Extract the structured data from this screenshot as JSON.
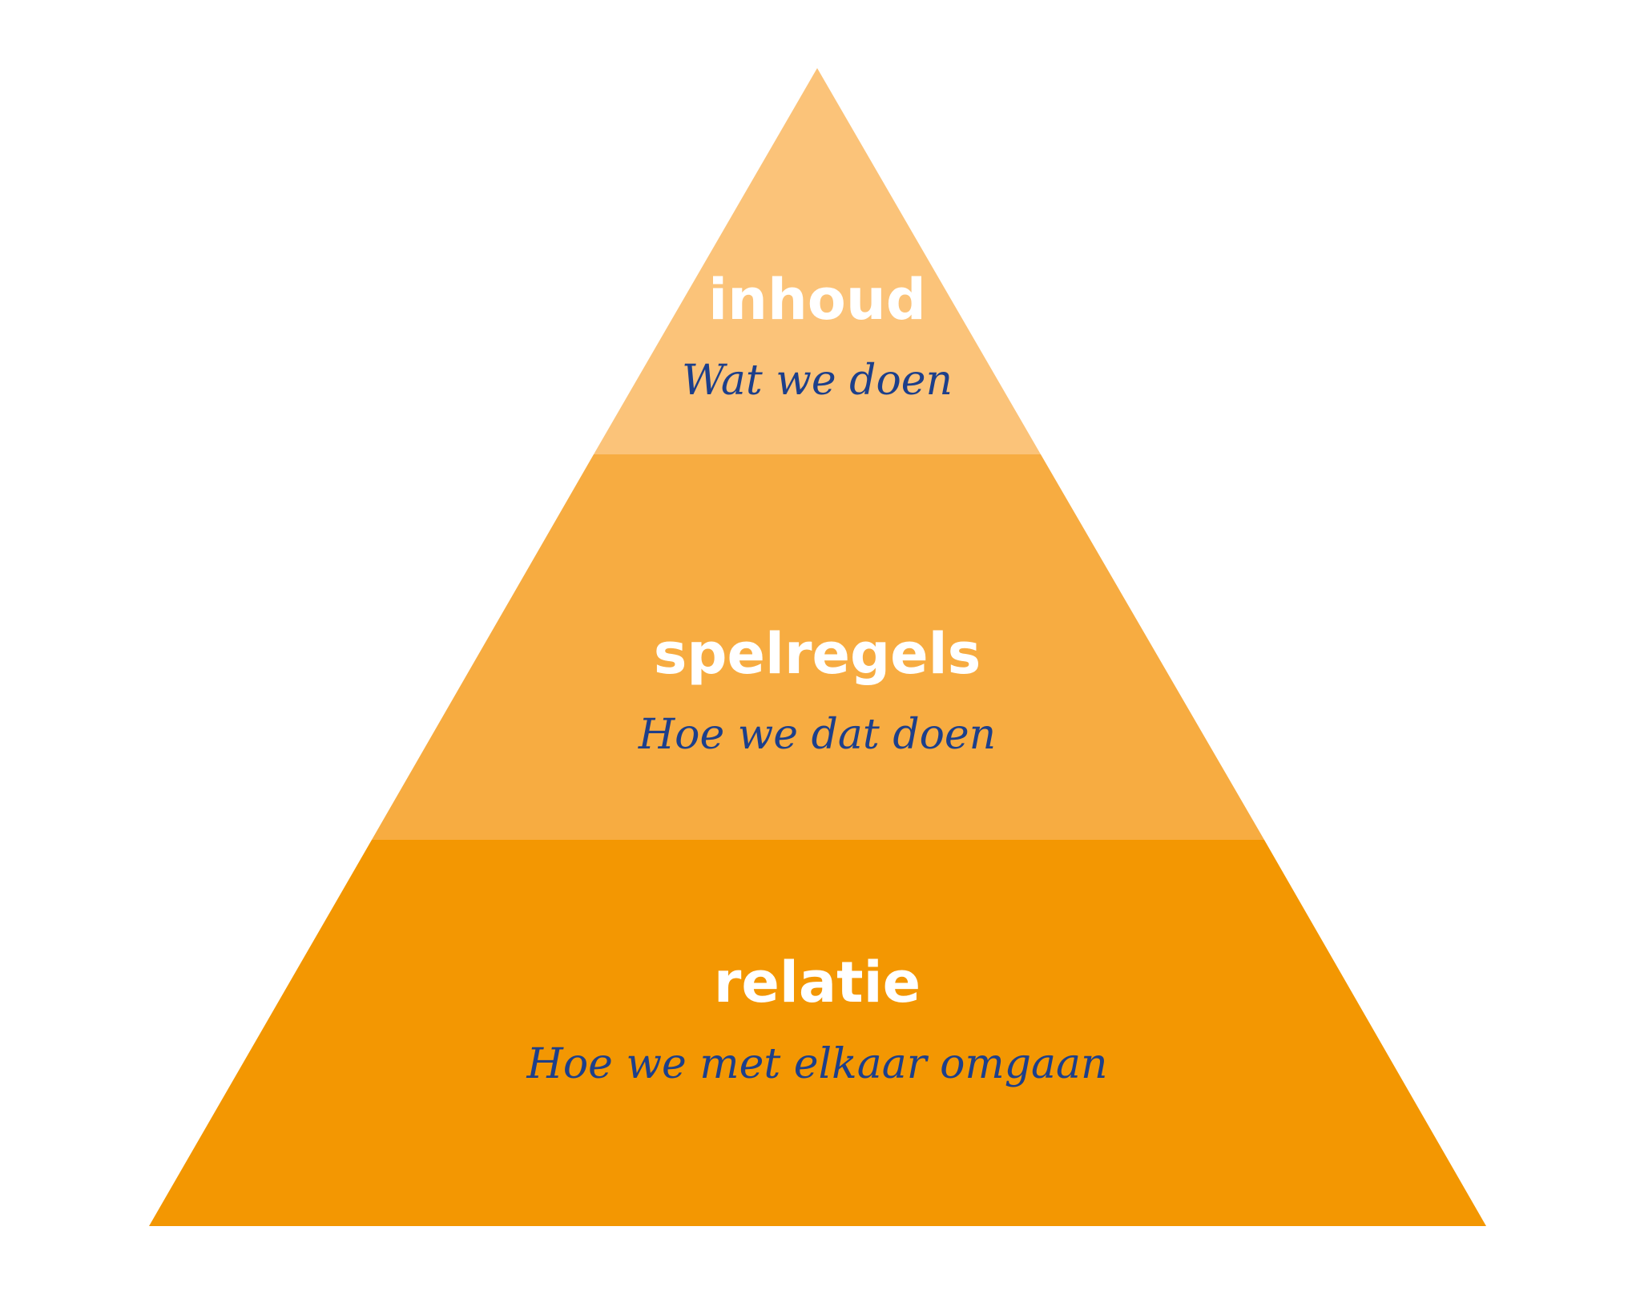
{
  "pyramid": {
    "levels": [
      {
        "title": "inhoud",
        "subtitle": "Wat we doen",
        "color": "#FBC379"
      },
      {
        "title": "spelregels",
        "subtitle": "Hoe we dat doen",
        "color": "#F7AC41"
      },
      {
        "title": "relatie",
        "subtitle": "Hoe we met elkaar omgaan",
        "color": "#F39702"
      }
    ]
  }
}
